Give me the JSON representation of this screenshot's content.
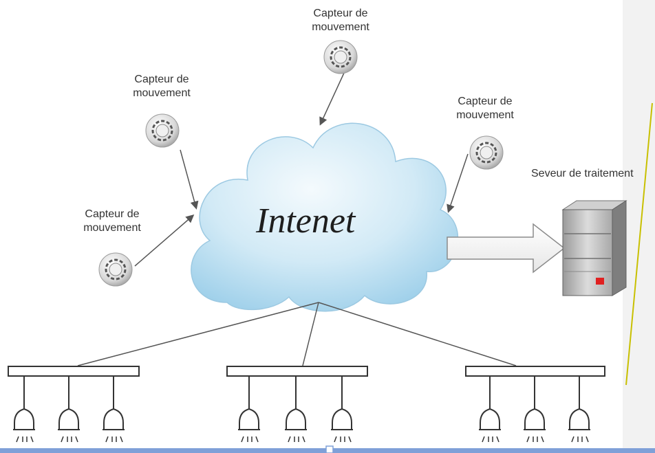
{
  "sensors": [
    {
      "label_line1": "Capteur de",
      "label_line2": "mouvement",
      "icon": "motion-sensor-icon"
    },
    {
      "label_line1": "Capteur de",
      "label_line2": "mouvement",
      "icon": "motion-sensor-icon"
    },
    {
      "label_line1": "Capteur de",
      "label_line2": "mouvement",
      "icon": "motion-sensor-icon"
    },
    {
      "label_line1": "Capteur de",
      "label_line2": "mouvement",
      "icon": "motion-sensor-icon"
    }
  ],
  "cloud": {
    "label": "Intenet",
    "icon": "cloud-icon"
  },
  "server": {
    "label": "Seveur de traitement",
    "icon": "server-icon"
  },
  "lamp_groups": [
    {
      "icon": "lamp-fixture-icon",
      "lamps": 3
    },
    {
      "icon": "lamp-fixture-icon",
      "lamps": 3
    },
    {
      "icon": "lamp-fixture-icon",
      "lamps": 3
    }
  ],
  "colors": {
    "cloud_light": "#eaf5fb",
    "cloud_dark": "#a9d6ee",
    "server_body": "#b8b8b8",
    "server_led": "#e02020",
    "diagonal_line": "#c8c000",
    "bottom_bar": "#7fa0d8"
  }
}
